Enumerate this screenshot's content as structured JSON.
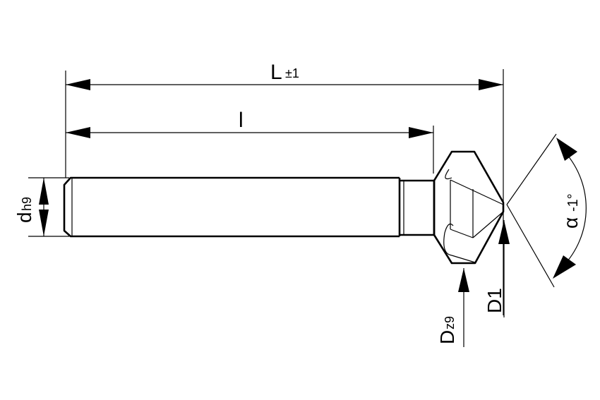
{
  "title": "Countersink drill dimension drawing",
  "labels": {
    "overall_length": "L",
    "overall_length_tol": "±1",
    "shank_length": "l",
    "shank_diameter": "d",
    "shank_diameter_tol": "h9",
    "head_diameter": "D",
    "head_diameter_tol": "z9",
    "tip_diameter": "D1",
    "angle": "α",
    "angle_tol": "-1°"
  },
  "colors": {
    "line": "#000000",
    "background": "#ffffff"
  }
}
